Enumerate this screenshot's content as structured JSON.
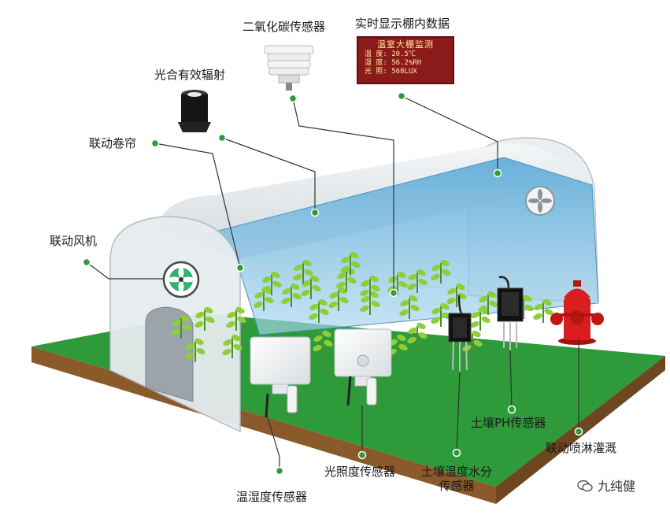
{
  "labels": {
    "co2_sensor": "二氧化碳传感器",
    "display_title": "实时显示棚内数据",
    "par_radiation": "光合有效辐射",
    "curtain": "联动卷帘",
    "fan": "联动风机",
    "soil_ph": "土壤PH传感器",
    "sprinkler": "联动喷淋灌溉",
    "light_sensor": "光照度传感器",
    "soil_temp_moisture_line1": "土壤温度水分",
    "soil_temp_moisture_line2": "传感器",
    "temp_humidity": "温湿度传感器"
  },
  "led_display": {
    "title": "温室大棚监测",
    "rows": [
      {
        "label": "温 度:",
        "value": "20.5℃"
      },
      {
        "label": "湿 度:",
        "value": "56.2%RH"
      },
      {
        "label": "光 照:",
        "value": "568LUX"
      }
    ]
  },
  "watermark": "九纯健",
  "colors": {
    "ground_top": "#2e9a3a",
    "ground_side": "#8b5a2b",
    "roller_blind": "#6fb8e0",
    "hydrant": "#d81e1e",
    "leader_dot": "#2e9a3a",
    "led_bg": "#8b1a1a"
  }
}
